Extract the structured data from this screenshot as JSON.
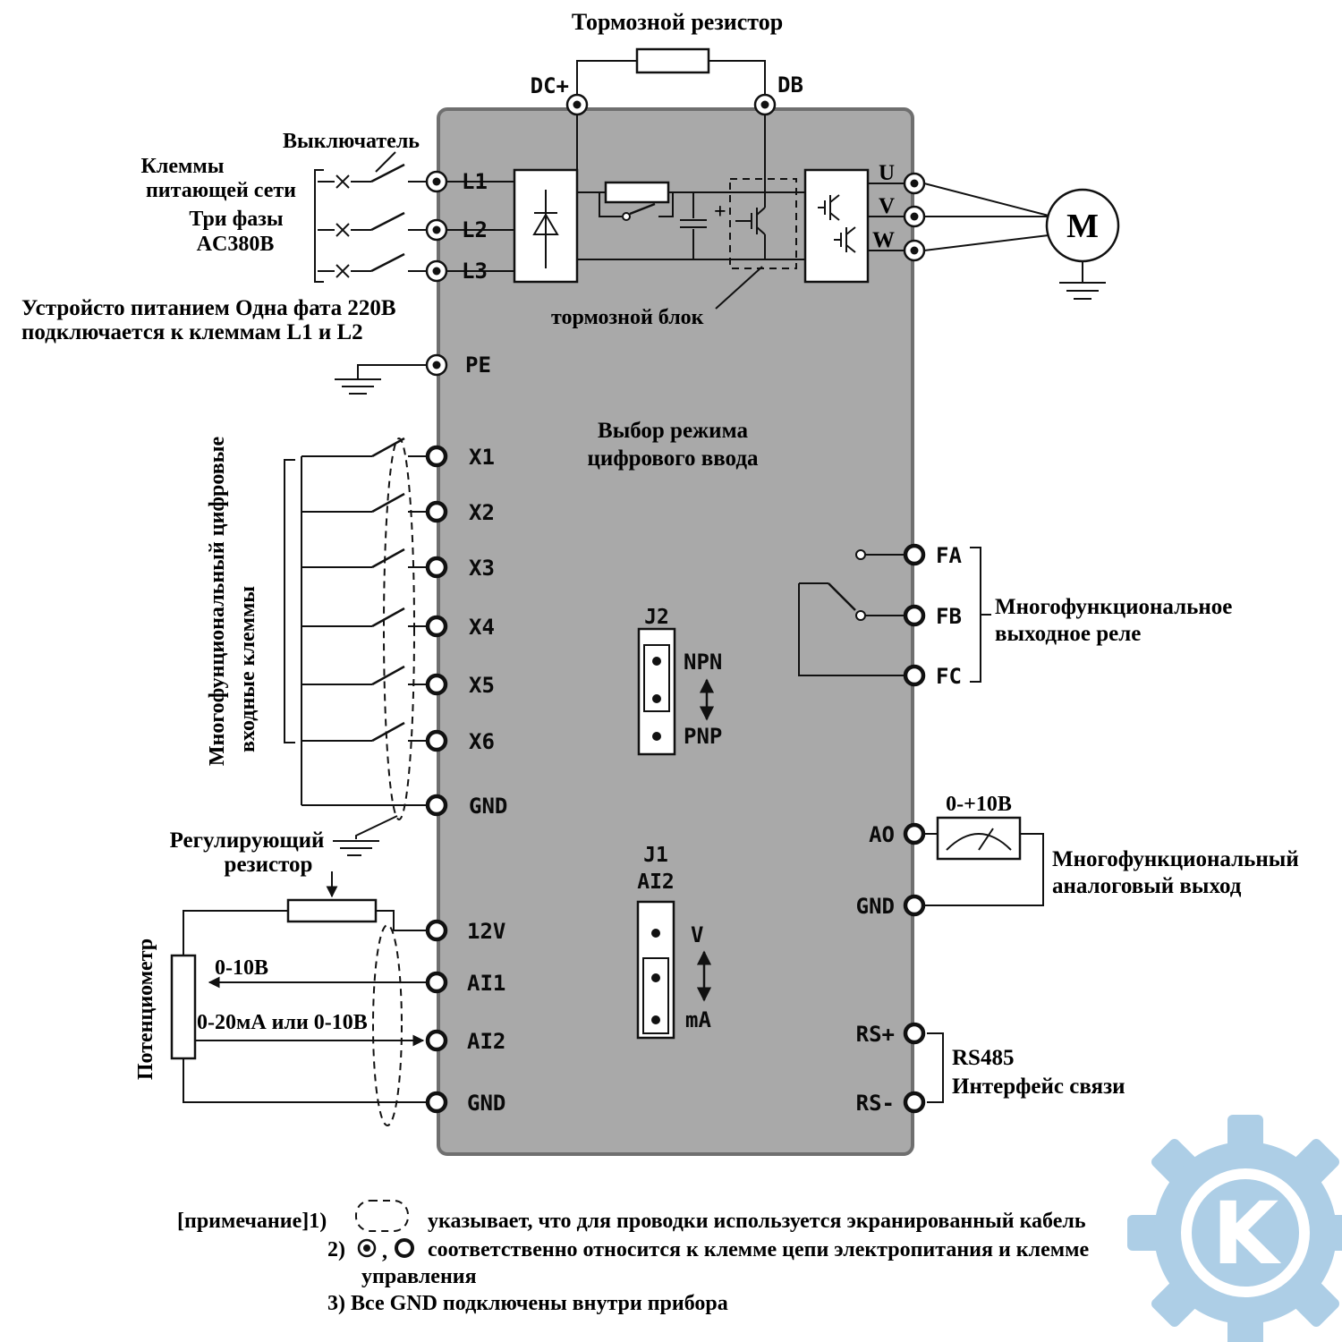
{
  "colors": {
    "body_fill": "#a9a9a9",
    "body_stroke": "#6f6f6f",
    "line": "#111111",
    "watermark": "#a9cce5"
  },
  "top": {
    "brake_resistor": "Тормозной резистор",
    "dc_plus": "DC+",
    "db": "DB"
  },
  "power_input": {
    "switch_label": "Выключатель",
    "mains_line1": "Клеммы",
    "mains_line2": "питающей сети",
    "mains_line3": "Три фазы",
    "mains_line4": "AC380В",
    "single_phase_line1": "Устройсто питанием Одна фата 220В",
    "single_phase_line2": "подключается к клеммам L1 и L2",
    "l1": "L1",
    "l2": "L2",
    "l3": "L3",
    "pe": "PE"
  },
  "power_stage": {
    "brake_unit": "тормозной блок",
    "plus": "+",
    "u": "U",
    "v": "V",
    "w": "W",
    "motor": "M"
  },
  "digital_inputs": {
    "mode_line1": "Выбор режима",
    "mode_line2": "цифрового ввода",
    "x1": "X1",
    "x2": "X2",
    "x3": "X3",
    "x4": "X4",
    "x5": "X5",
    "x6": "X6",
    "gnd": "GND",
    "side_label_line1": "Многофунциональный цифровые",
    "side_label_line2": "входные клеммы"
  },
  "jumper_j2": {
    "name": "J2",
    "npn": "NPN",
    "pnp": "PNP"
  },
  "relay_output": {
    "fa": "FA",
    "fb": "FB",
    "fc": "FC",
    "label_line1": "Многофункциональное",
    "label_line2": "выходное реле"
  },
  "analog_inputs": {
    "adj_resistor_line1": "Регулирующий",
    "adj_resistor_line2": "резистор",
    "potentiometer": "Потенциометр",
    "range_ai1": "0-10В",
    "range_ai2": "0-20мА или 0-10В",
    "v12": "12V",
    "ai1": "AI1",
    "ai2": "AI2",
    "gnd": "GND"
  },
  "jumper_j1": {
    "name": "J1",
    "sub": "AI2",
    "v": "V",
    "ma": "mA"
  },
  "analog_output": {
    "ao": "AO",
    "gnd": "GND",
    "range": "0-+10В",
    "label_line1": "Многофункциональный",
    "label_line2": "аналоговый выход"
  },
  "rs485": {
    "rs_plus": "RS+",
    "rs_minus": "RS-",
    "label_line1": "RS485",
    "label_line2": "Интерфейс связи"
  },
  "notes": {
    "line1_prefix": "[примечание]1)",
    "line1_text": "указывает, что для проводки используется экранированный кабель",
    "line2_prefix": "2)",
    "line2_comma": ",",
    "line2_text": "соответственно относится к клемме цепи электропитания и клемме",
    "line3_text": "управления",
    "line4_text": "3) Все GND подключены внутри прибора"
  },
  "watermark": {
    "letter": "K"
  }
}
